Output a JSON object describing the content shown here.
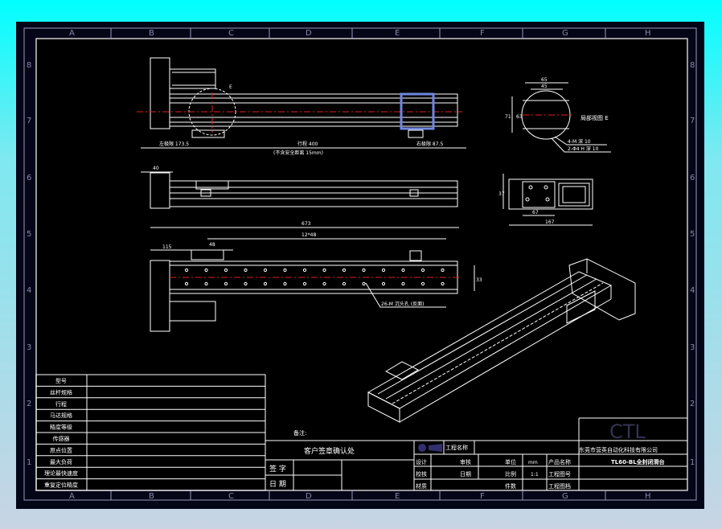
{
  "grid": {
    "columns": [
      "A",
      "B",
      "C",
      "D",
      "E",
      "F",
      "G",
      "H"
    ],
    "rows": [
      "8",
      "7",
      "6",
      "5",
      "4",
      "3",
      "2",
      "1"
    ]
  },
  "front_view": {
    "left_limit": "左极限 173.5",
    "stroke": "行程 400",
    "right_limit": "右极限 87.5",
    "note": "(不含安全距离 15mm)",
    "detail_marker": "E"
  },
  "side_view": {
    "dim_40": "40"
  },
  "top_view": {
    "overall": "673",
    "pitch": "12*48",
    "offset": "115",
    "slider": "48",
    "width_dim": "33",
    "holes": "26-M 沉头孔 (反面)"
  },
  "detail_view": {
    "dim_65": "65",
    "dim_45": "45",
    "dim_71": "71",
    "dim_63": "63",
    "label": "局部视图 E",
    "thread1": "4-M 深 10",
    "thread2": "2-Φ4 H 深 10"
  },
  "end_view": {
    "dim_37": "37",
    "dim_67": "67",
    "dim_167": "167"
  },
  "spec_table": {
    "labels": [
      "型号",
      "丝杆规格",
      "行程",
      "马达规格",
      "精度等级",
      "传感器",
      "原点位置",
      "最大负荷",
      "理论最快速度",
      "重复定位精度"
    ]
  },
  "title_block": {
    "remark": "备注:",
    "customer_confirm": "客户签章确认处",
    "sign": "签 字",
    "date": "日 期",
    "project_name": "工程名称",
    "design": "设计",
    "review": "审核",
    "unit": "单位",
    "unit_value": "mm",
    "product_name": "产品名称",
    "check": "校核",
    "date2": "日期",
    "scale": "比例",
    "scale_value": "1:1",
    "drawing_no": "工程图号",
    "material": "材质",
    "quantity": "件数",
    "drawing_file": "工程图档",
    "logo": "CTL",
    "company": "东莞市营英自动化科技有限公司",
    "product": "TL60-BL全封闭滑台"
  },
  "colors": {
    "background_top": "#00ffff",
    "frame": "#050518",
    "highlight": "#6f86e0",
    "centerline": "#e02020"
  }
}
